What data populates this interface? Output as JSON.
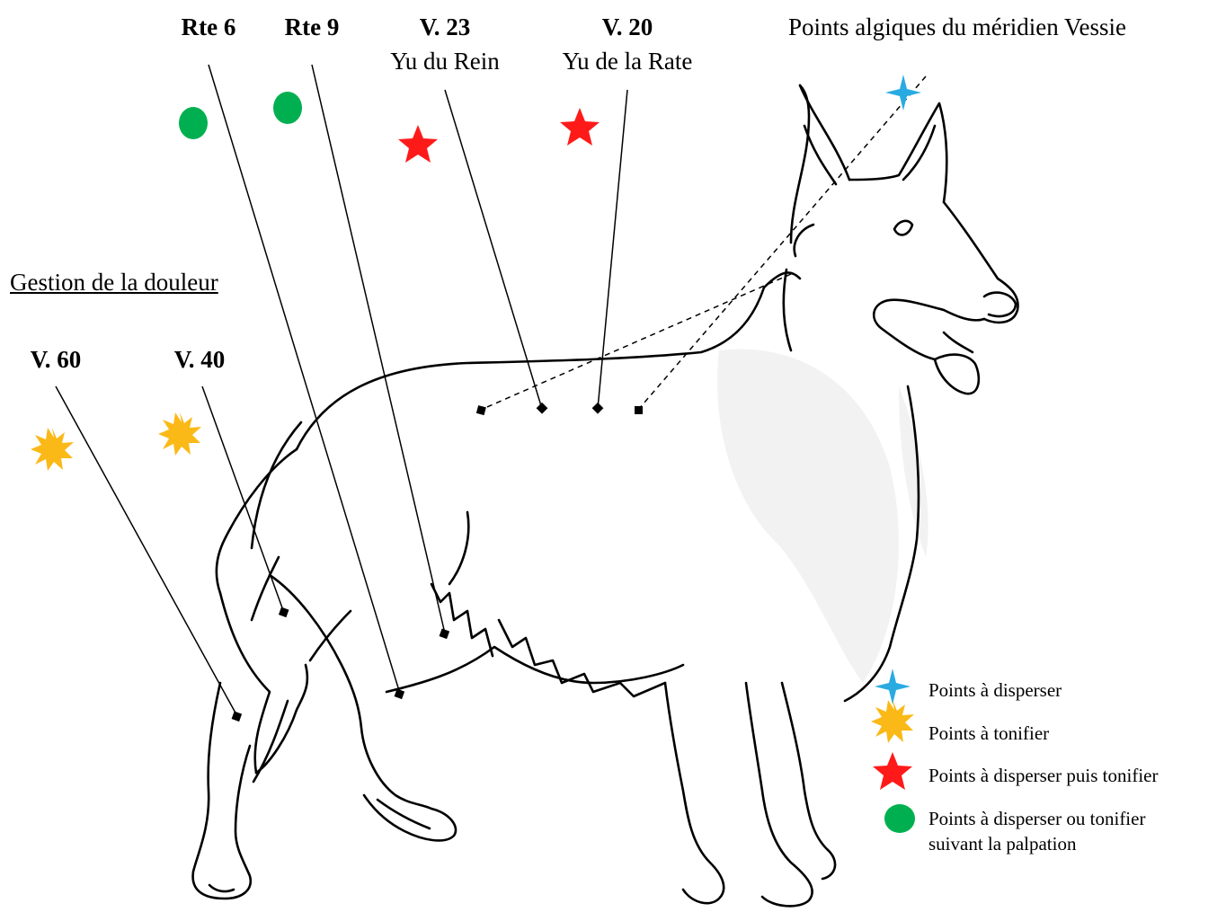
{
  "header": {
    "title": "Points algiques du méridien Vessie"
  },
  "points": {
    "rte6": {
      "name": "Rte 6"
    },
    "rte9": {
      "name": "Rte 9"
    },
    "v23": {
      "name": "V. 23",
      "sub": "Yu du Rein"
    },
    "v20": {
      "name": "V. 20",
      "sub": "Yu de la Rate"
    },
    "v60": {
      "name": "V. 60"
    },
    "v40": {
      "name": "V. 40"
    }
  },
  "section": {
    "pain": "Gestion de la douleur"
  },
  "legend": {
    "items": [
      {
        "label": "Points à disperser",
        "icon": "blue-four-point-star-icon",
        "color": "#29abe2"
      },
      {
        "label": "Points à tonifier",
        "icon": "yellow-burst-icon",
        "color": "#fbb917"
      },
      {
        "label": "Points à disperser puis tonifier",
        "icon": "red-star-icon",
        "color": "#ff1a1a"
      },
      {
        "label": "Points à disperser ou tonifier",
        "label2": "suivant la palpation",
        "icon": "green-circle-icon",
        "color": "#00b050"
      }
    ]
  },
  "colors": {
    "disperse": "#29abe2",
    "tonify": "#fbb917",
    "disperse_then_tonify": "#ff1a1a",
    "palpation": "#00b050"
  }
}
